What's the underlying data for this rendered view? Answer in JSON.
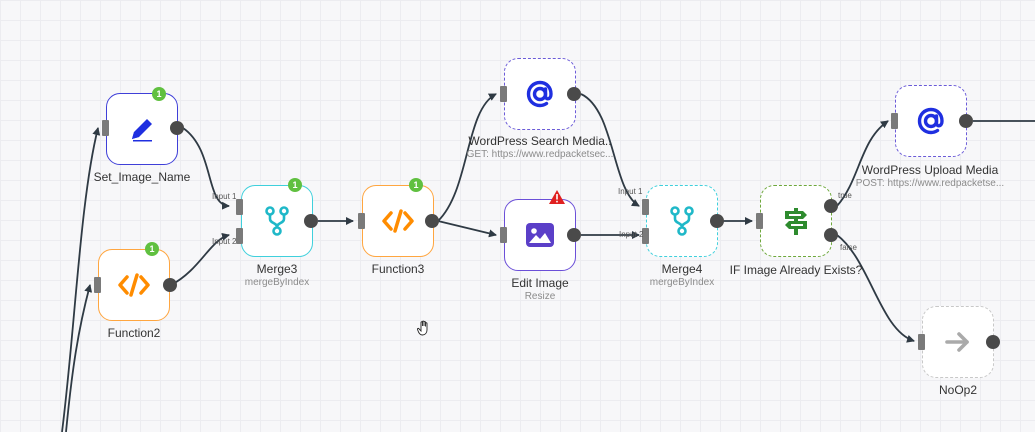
{
  "nodes": {
    "set_image_name": {
      "title": "Set_Image_Name",
      "badge": "1",
      "accent": "#3f3fd8",
      "icon": "pencil-icon"
    },
    "function2": {
      "title": "Function2",
      "badge": "1",
      "accent": "#ff9922",
      "icon": "code-icon"
    },
    "merge3": {
      "title": "Merge3",
      "subtitle": "mergeByIndex",
      "badge": "1",
      "accent": "#26c6d4",
      "icon": "merge-icon",
      "input1": "Input 1",
      "input2": "Input 2"
    },
    "function3": {
      "title": "Function3",
      "badge": "1",
      "accent": "#ff9922",
      "icon": "code-icon"
    },
    "wp_search_media": {
      "title": "WordPress Search Media..",
      "subtitle": "GET: https://www.redpacketsec...",
      "accent": "#3f3fd8",
      "icon": "at-sign-icon"
    },
    "edit_image": {
      "title": "Edit Image",
      "subtitle": "Resize",
      "accent": "#5b3fc8",
      "icon": "image-icon"
    },
    "merge4": {
      "title": "Merge4",
      "subtitle": "mergeByIndex",
      "accent": "#26c6d4",
      "icon": "merge-icon",
      "input1": "Input 1",
      "input2": "Input 2"
    },
    "if_image_exists": {
      "title": "IF Image Already Exists?",
      "accent": "#2e8b2e",
      "icon": "signpost-icon",
      "true_label": "true",
      "false_label": "false"
    },
    "wp_upload_media": {
      "title": "WordPress Upload Media",
      "subtitle": "POST: https://www.redpacketse...",
      "accent": "#3f3fd8",
      "icon": "at-sign-icon"
    },
    "noop2": {
      "title": "NoOp2",
      "accent": "#b0b0b0",
      "icon": "arrow-right-icon"
    }
  },
  "colors": {
    "wire": "#2f3a44",
    "badge": "#60c040",
    "warning": "#e02020"
  }
}
